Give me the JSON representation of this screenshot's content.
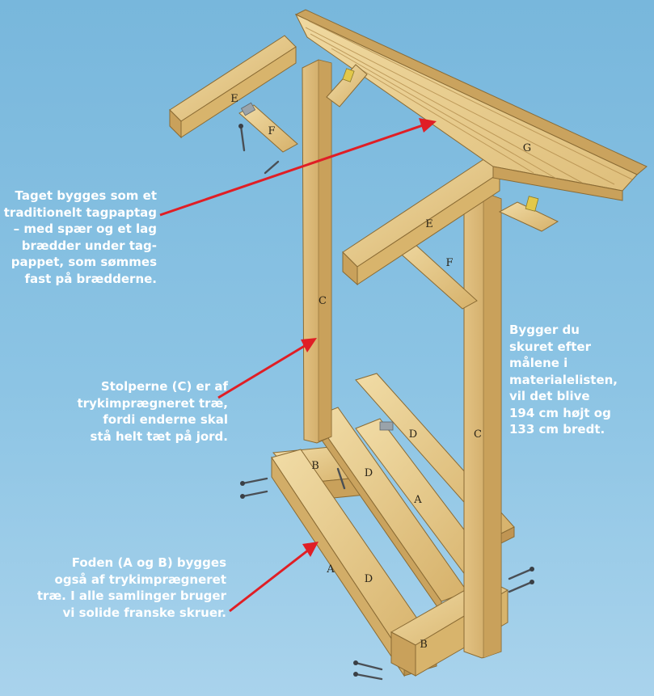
{
  "captions": {
    "roof": "Taget bygges som et\ntraditionelt tagpaptag\n– med spær og et lag\nbrædder under tag-\npappet, som sømmes\nfast på brædderne.",
    "posts": "Stolperne (C) er af\ntrykimprægneret træ,\nfordi enderne skal\nstå helt tæt på jord.",
    "base": "Foden (A og B) bygges\nogså af trykimprægneret\ntræ. I alle samlinger bruger\nvi solide franske skruer.",
    "size": "Bygger du\nskuret efter\nmålene i\nmaterialelisten,\nvil det blive\n194 cm højt og\n133 cm bredt."
  },
  "part_labels": {
    "rafter_top": "E",
    "brace_top": "F",
    "roof": "G",
    "rafter_front": "E",
    "brace_front": "F",
    "post_back": "C",
    "post_front": "C",
    "beam_back": "B",
    "beam_front": "B",
    "board_center": "D",
    "board_back": "D",
    "board_front": "D",
    "sill_back": "A",
    "sill_front": "A"
  },
  "colors": {
    "background": "#80bde0",
    "wood_light": "#ecd49a",
    "wood_mid": "#d8b46c",
    "wood_dark": "#b8914c",
    "arrow": "#e01e25",
    "caption_text": "#ffffff"
  }
}
